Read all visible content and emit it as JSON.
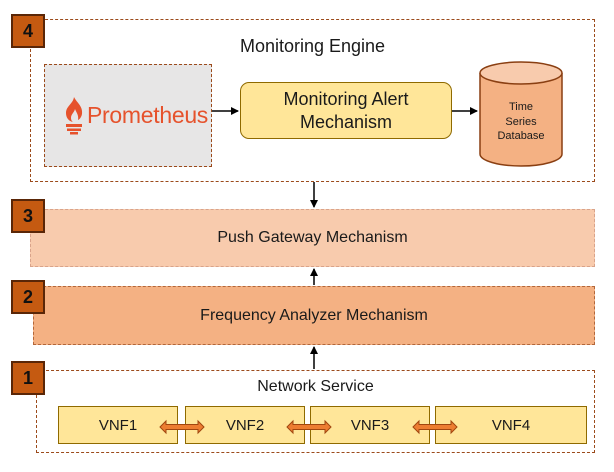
{
  "badges": {
    "b4": "4",
    "b3": "3",
    "b2": "2",
    "b1": "1"
  },
  "monitoring_engine": {
    "title": "Monitoring Engine",
    "prometheus_label": "Prometheus",
    "alert_mechanism": "Monitoring Alert Mechanism",
    "alert_mechanism_line1": "Monitoring Alert",
    "alert_mechanism_line2": "Mechanism",
    "database": "Time Series Database",
    "database_line1": "Time",
    "database_line2": "Series",
    "database_line3": "Database"
  },
  "push_gateway": {
    "label": "Push Gateway Mechanism"
  },
  "frequency_analyzer": {
    "label": "Frequency Analyzer Mechanism"
  },
  "network_service": {
    "title": "Network Service",
    "vnfs": [
      "VNF1",
      "VNF2",
      "VNF3",
      "VNF4"
    ]
  },
  "colors": {
    "badge": "#c55a11",
    "dashed_border": "#9b4a1b",
    "push_gateway_fill": "#f8cbad",
    "frequency_analyzer_fill": "#f4b183",
    "alert_fill": "#ffe699",
    "database_fill": "#f4b183",
    "vnf_fill": "#ffe699",
    "prometheus_orange": "#e6522c",
    "prometheus_panel": "#e7e6e6"
  },
  "icons": [
    "prometheus-flame-icon",
    "cylinder-icon",
    "arrow-icon",
    "double-arrow-icon"
  ]
}
